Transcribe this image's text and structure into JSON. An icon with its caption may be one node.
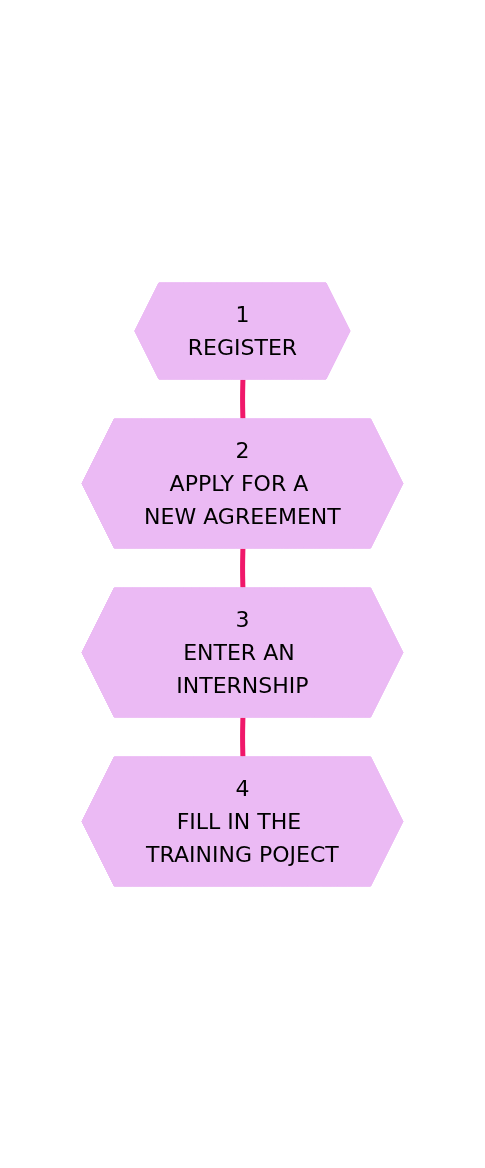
{
  "diagram": {
    "nodes": [
      {
        "text": [
          "1",
          "REGISTER"
        ]
      },
      {
        "text": [
          "2",
          "APPLY FOR A NEW AGREEMENT"
        ]
      },
      {
        "text": [
          "3",
          "ENTER AN INTERNSHIP"
        ]
      },
      {
        "text": [
          "4",
          "FILL IN THE TRAINING POJECT"
        ]
      }
    ],
    "edges": [
      {
        "from": 0,
        "to": 1,
        "arrow": "none"
      },
      {
        "from": 1,
        "to": 2,
        "arrow": "none"
      },
      {
        "from": 2,
        "to": 3,
        "arrow": "none"
      }
    ]
  }
}
